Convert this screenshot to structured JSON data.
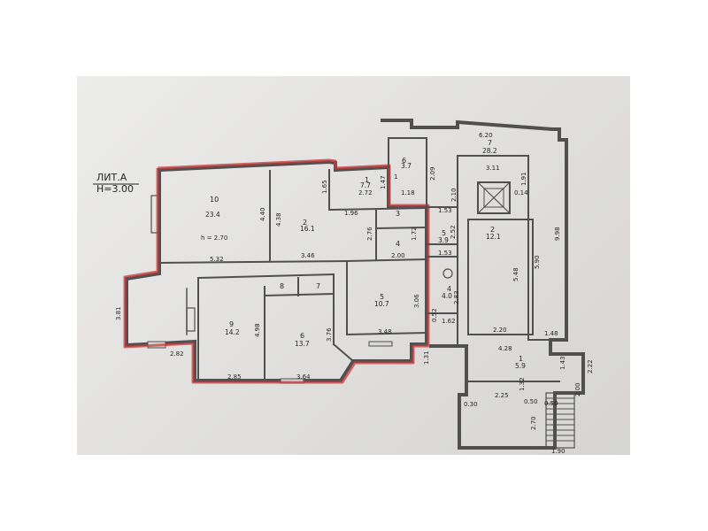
{
  "sheet": {
    "title_line1": "ЛИТ.А",
    "title_line2": "H=3.00",
    "accent_color": "#c83c3c",
    "wall_color": "#505050"
  },
  "rooms": [
    {
      "id": "r10",
      "number": "10",
      "area": "23.4",
      "note": "h = 2.70"
    },
    {
      "id": "r2a",
      "number": "2",
      "area": "16.1"
    },
    {
      "id": "r1a",
      "number": "1",
      "area": "7.7"
    },
    {
      "id": "r3a",
      "number": "3",
      "area": ""
    },
    {
      "id": "r4a",
      "number": "4",
      "area": ""
    },
    {
      "id": "r5a",
      "number": "5",
      "area": "10.7"
    },
    {
      "id": "r6a",
      "number": "6",
      "area": "13.7"
    },
    {
      "id": "r7a",
      "number": "7",
      "area": ""
    },
    {
      "id": "r8a",
      "number": "8",
      "area": ""
    },
    {
      "id": "r9a",
      "number": "9",
      "area": "14.2"
    },
    {
      "id": "r6b",
      "number": "6",
      "area": "3.7"
    },
    {
      "id": "r7b",
      "number": "7",
      "area": "28.2"
    },
    {
      "id": "r5b",
      "number": "5",
      "area": "3.9"
    },
    {
      "id": "r4b",
      "number": "4",
      "area": "4.0"
    },
    {
      "id": "r2b",
      "number": "2",
      "area": "12.1"
    },
    {
      "id": "r1b",
      "number": "1",
      "area": "5.9"
    }
  ],
  "dimensions": {
    "d_5_32": "5.32",
    "d_3_46": "3.46",
    "d_4_40": "4.40",
    "d_4_38": "4.38",
    "d_1_65": "1.65",
    "d_2_72": "2.72",
    "d_1_47": "1.47",
    "d_1_18": "1.18",
    "d_1_96": "1.96",
    "d_2_76": "2.76",
    "d_2_00": "2.00",
    "d_1_72": "1.72",
    "d_3_06": "3.06",
    "d_3_48": "3.48",
    "d_1_31": "1.31",
    "d_3_81": "3.81",
    "d_2_82": "2.82",
    "d_4_98": "4.98",
    "d_3_76": "3.76",
    "d_2_85": "2.85",
    "d_3_64": "3.64",
    "d_2_09": "2.09",
    "d_2_10": "2.10",
    "d_6_20": "6.20",
    "d_3_11": "3.11",
    "d_1_91": "1.91",
    "d_0_14": "0.14",
    "d_1_53a": "1.53",
    "d_1_53b": "1.53",
    "d_2_52": "2.52",
    "d_2_83": "2.83",
    "d_0_52": "0.52",
    "d_1_62": "1.62",
    "d_9_98": "9.98",
    "d_5_90": "5.90",
    "d_5_48": "5.48",
    "d_2_20": "2.20",
    "d_1_48": "1.48",
    "d_4_28": "4.28",
    "d_1_43": "1.43",
    "d_2_22": "2.22",
    "d_2_00b": "2.00",
    "d_0_50": "0.50",
    "d_2_25": "2.25",
    "d_1_32": "1.32",
    "d_0_30": "0.30",
    "d_0_50b": "0.50",
    "d_2_70": "2.70",
    "d_1_90": "1.90",
    "d_1_00": "1"
  }
}
